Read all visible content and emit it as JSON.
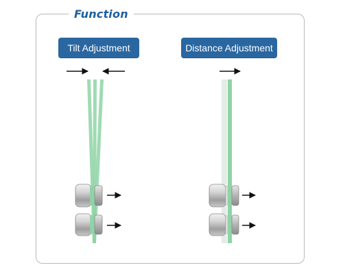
{
  "title": "Function",
  "buttons": {
    "tilt": "Tilt Adjustment",
    "distance": "Distance Adjustment"
  },
  "colors": {
    "accent": "#1f5f9e",
    "button_bg": "#2a67a1",
    "frame_border": "#b9b9b9",
    "laser": "#8fd3a6",
    "laser_faded": "#e3ede5",
    "arrow": "#111111"
  },
  "icons": [
    "arrow-right-icon",
    "arrow-left-icon",
    "standoff-pin-icon"
  ]
}
